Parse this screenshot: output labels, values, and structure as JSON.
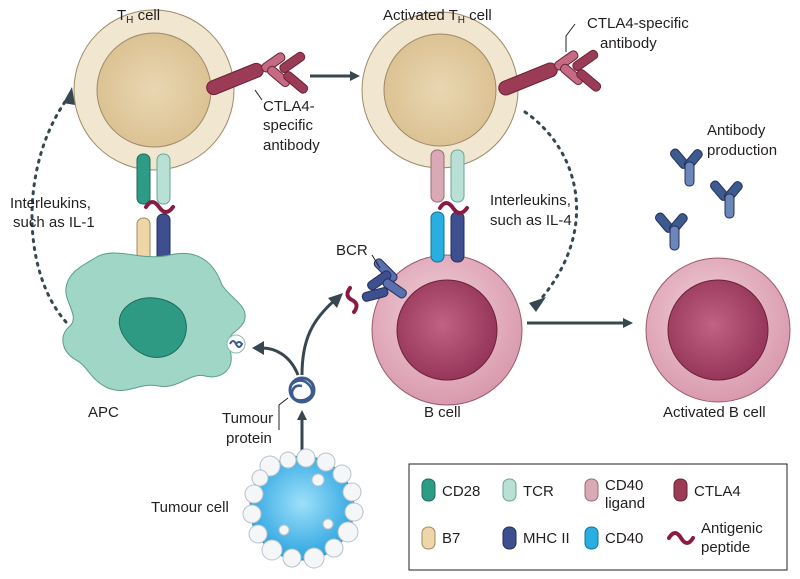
{
  "labels": {
    "th_cell_main": "T",
    "th_cell_sub": "H",
    "th_cell_tail": " cell",
    "activated_main": "Activated T",
    "activated_sub": "H",
    "activated_tail": " cell",
    "ctla4_ab_1_line1": "CTLA4-",
    "ctla4_ab_1_line2": "specific",
    "ctla4_ab_1_line3": "antibody",
    "ctla4_ab_2_line1": "CTLA4-specific",
    "ctla4_ab_2_line2": "antibody",
    "interleukins_1_line1": "Interleukins,",
    "interleukins_1_line2": "such as IL-1",
    "interleukins_2_line1": "Interleukins,",
    "interleukins_2_line2": "such as IL-4",
    "antibody_prod_line1": "Antibody",
    "antibody_prod_line2": "production",
    "bcr": "BCR",
    "apc": "APC",
    "b_cell": "B cell",
    "activated_b_cell": "Activated B cell",
    "tumour_protein_line1": "Tumour",
    "tumour_protein_line2": "protein",
    "tumour_cell": "Tumour cell"
  },
  "legend": {
    "items": [
      {
        "label": "CD28",
        "color": "#2e9b86"
      },
      {
        "label": "TCR",
        "color": "#b9e0d4"
      },
      {
        "label": "CD40",
        "label2": "ligand",
        "color": "#d9a9b5"
      },
      {
        "label": "CTLA4",
        "color": "#9b3b55"
      },
      {
        "label": "B7",
        "color": "#efd6a8"
      },
      {
        "label": "MHC II",
        "color": "#3d4f8f"
      },
      {
        "label": "CD40",
        "color": "#29aee0"
      },
      {
        "label": "Antigenic",
        "label2": "peptide",
        "color": "#8b1a43"
      }
    ]
  },
  "colors": {
    "th_outer": "#efe3c8",
    "th_inner": "#e3cda2",
    "apc": "#9fd6c6",
    "apc_nucleus": "#2f9a84",
    "bcell_outer": "#e6b8c6",
    "bcell_inner": "#b04d6f",
    "arrow": "#37474f",
    "tumour": "#4db6e8",
    "antibody_red": "#9b3b55",
    "antibody_blue": "#3d5a8f"
  }
}
